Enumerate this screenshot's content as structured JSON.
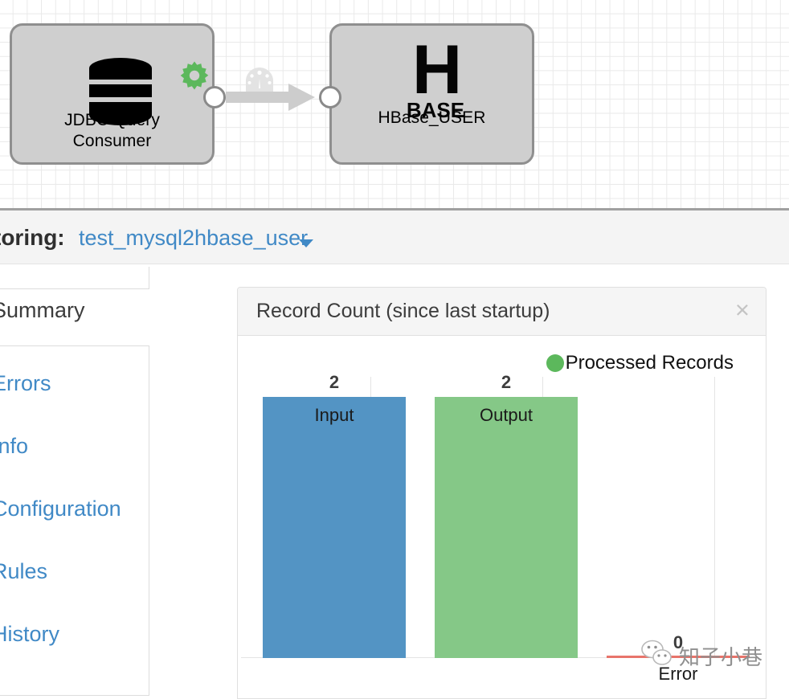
{
  "canvas": {
    "stages": [
      {
        "id": "jdbc-query-consumer",
        "label": "JDBC Query\nConsumer",
        "icon": "database-icon",
        "badge_icon": "gear-icon",
        "badge_color": "#5cb85c"
      },
      {
        "id": "hbase-user",
        "label": "HBase_USER",
        "icon": "hbase-logo-icon",
        "logo_primary": "H",
        "logo_secondary": "BASE"
      }
    ],
    "connector": {
      "icon": "gauge-icon",
      "from_port": "output-port",
      "to_port": "input-port"
    },
    "colors": {
      "stage_fill": "#cfcfcf",
      "stage_border": "#8f8f8f",
      "grid_line": "#e9e9e9",
      "link": "#cdcdcd"
    }
  },
  "monitoring": {
    "title": "toring:",
    "pipeline_name": "test_mysql2hbase_user",
    "caret_icon": "chevron-down-icon",
    "link_color": "#4089c6"
  },
  "sidebar": {
    "active_tab": "Summary",
    "items": [
      {
        "label": "Errors"
      },
      {
        "label": "Info"
      },
      {
        "label": "Configuration"
      },
      {
        "label": "Rules"
      },
      {
        "label": "History"
      }
    ]
  },
  "chart_panel": {
    "title": "Record Count (since last startup)",
    "close_icon": "close-icon",
    "close_label": "×"
  },
  "chart_data": {
    "type": "bar",
    "title": "Record Count (since last startup)",
    "categories": [
      "Input",
      "Output",
      "Error"
    ],
    "values": [
      2,
      2,
      0
    ],
    "value_labels": [
      "2",
      "2",
      "0"
    ],
    "bar_colors": [
      "#5394c4",
      "#85c887",
      "#e8746b"
    ],
    "legend": [
      {
        "label": "Processed Records",
        "color": "#5cb85c"
      }
    ],
    "legend_position": "top-right",
    "xlabel": "",
    "ylabel": "",
    "ylim": [
      0,
      2.3
    ],
    "grid": false
  },
  "watermark": {
    "text": "知子小巷",
    "logo_icon": "wechat-icon"
  }
}
